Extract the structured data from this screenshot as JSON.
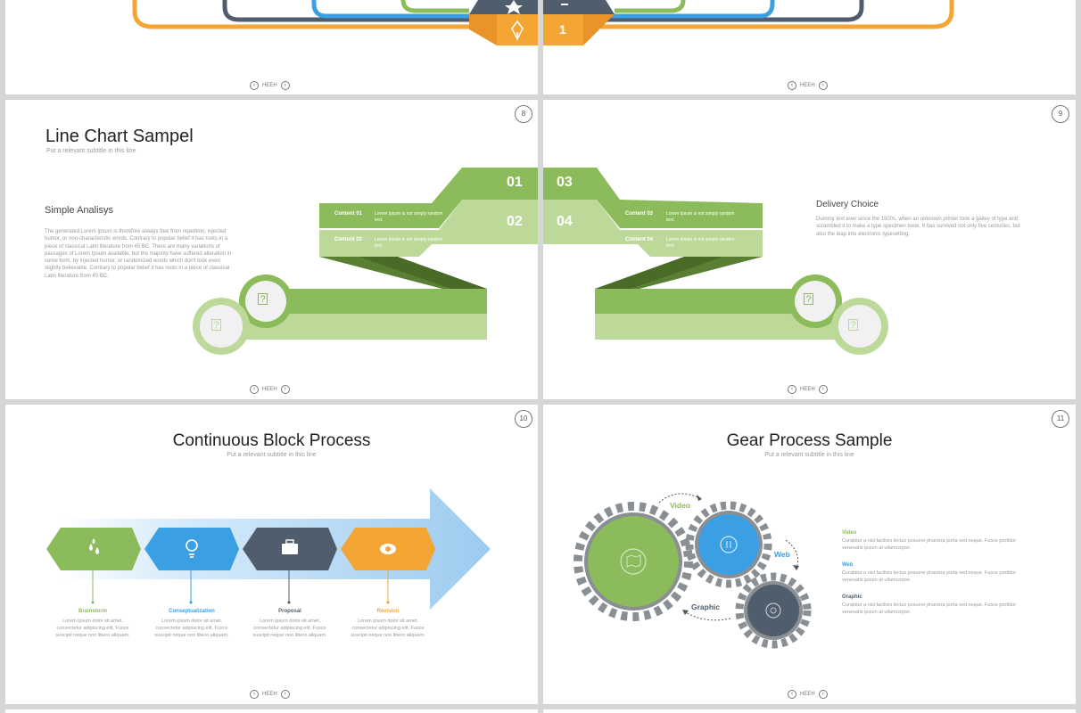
{
  "common": {
    "nav_label": "HEEH",
    "prev_glyph": "‹",
    "next_glyph": "›"
  },
  "slide_top_left": {
    "step_badge": "1"
  },
  "slide8": {
    "number": "8",
    "title": "Line Chart Sampel",
    "subtitle": "Put a relevant subtitle in this line",
    "section_heading": "Simple Analisys",
    "body": "The generated Lorem Ipsum is therefore always free from repetition, injected humor, or non-characteristic words. Contrary to popular belief it has roots in a piece of classical Latin literature from 45 BC. There are many variations of passages of Lorem Ipsum available, but the majority have suffered alteration in some form, by injected humor, or randomized words which don't look even slightly believable. Contrary to popular belief it has roots in a piece of classical Latin literature from 45 BC.",
    "step_a": "01",
    "step_b": "02",
    "row1_label": "Content 01",
    "row1_text": "Lorem Ipsum is not simply random text.",
    "row2_label": "Content 02",
    "row2_text": "Lorem Ipsum is not simply random text.",
    "icon_glyph": "?"
  },
  "slide9": {
    "number": "9",
    "section_heading": "Delivery Choice",
    "body": "Dummy text ever since the 1500s, when an unknown printer took a galley of type and scrambled it to make a type specimen book. It has survived not only five centuries, but also the leap into electronic typesetting.",
    "step_a": "03",
    "step_b": "04",
    "row1_label": "Content 03",
    "row1_text": "Lorem Ipsum is not simply random text.",
    "row2_label": "Content 04",
    "row2_text": "Lorem Ipsum is not simply random text.",
    "icon_glyph": "?"
  },
  "slide10": {
    "number": "10",
    "title": "Continuous Block Process",
    "subtitle": "Put a relevant subtitle in this line",
    "steps": [
      {
        "label": "Brainstorm",
        "text": "Lorem ipsum dolor sit amet, consectetur adipiscing elit. Fusce suscipit neque non libero aliquam.",
        "color": "#8bbb5a"
      },
      {
        "label": "Conseptualization",
        "text": "Lorem ipsum dolor sit amet, consectetur adipiscing elit. Fusce suscipit neque non libero aliquam.",
        "color": "#3b9fe3"
      },
      {
        "label": "Proposal",
        "text": "Lorem ipsum dolor sit amet, consectetur adipiscing elit. Fusce suscipit neque non libero aliquam.",
        "color": "#4f5d6c"
      },
      {
        "label": "Revision",
        "text": "Lorem ipsum dolor sit amet, consectetur adipiscing elit. Fusce suscipit neque non libero aliquam.",
        "color": "#f3a634"
      }
    ]
  },
  "slide11": {
    "number": "11",
    "title": "Gear Process Sample",
    "subtitle": "Put a relevant subtitle in this line",
    "gear_label_video": "Video",
    "gear_label_web": "Web",
    "gear_label_graphic": "Graphic",
    "items": [
      {
        "label": "Video",
        "text": "Curabitur a nisl facilisis lectus posuere pharetra porta sed neque. Fusce porttitor venenatis ipsum at ullamcorper.",
        "color": "#8bbb5a"
      },
      {
        "label": "Web",
        "text": "Curabitur a nisl facilisis lectus posuere pharetra porta sed neque. Fusce porttitor venenatis ipsum at ullamcorper.",
        "color": "#3b9fe3"
      },
      {
        "label": "Graphic",
        "text": "Curabitur a nisl facilisis lectus posuere pharetra porta sed neque. Fusce porttitor venenatis ipsum at ullamcorper.",
        "color": "#4f5d6c"
      }
    ]
  },
  "colors": {
    "green": "#8bbb5a",
    "light_green": "#bcd99a",
    "dark_green": "#5a7f32",
    "blue": "#3b9fe3",
    "slate": "#4f5d6c",
    "orange": "#f3a634",
    "gear_gray": "#8a8f94"
  }
}
